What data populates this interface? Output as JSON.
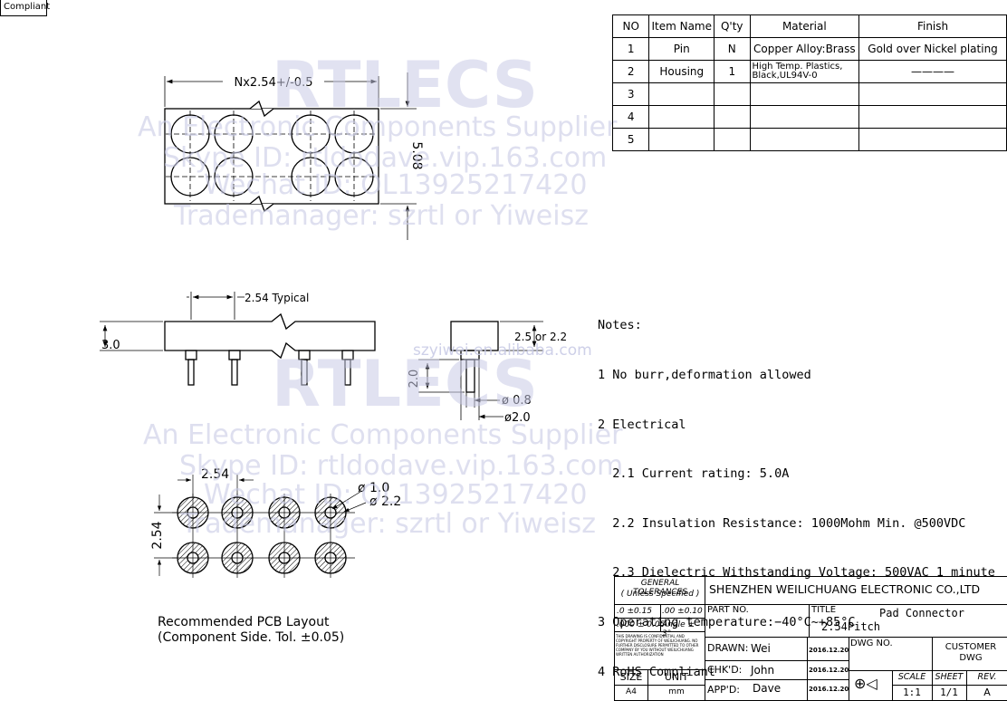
{
  "compliant_label": "Compliant",
  "bom": {
    "headers": [
      "NO",
      "Item Name",
      "Q'ty",
      "Material",
      "Finish"
    ],
    "rows": [
      {
        "no": "1",
        "item": "Pin",
        "qty": "N",
        "material": "Copper Alloy:Brass",
        "finish": "Gold over Nickel plating"
      },
      {
        "no": "2",
        "item": "Housing",
        "qty": "1",
        "material": "High Temp. Plastics, Black,UL94V-0",
        "finish": "————"
      },
      {
        "no": "3",
        "item": "",
        "qty": "",
        "material": "",
        "finish": ""
      },
      {
        "no": "4",
        "item": "",
        "qty": "",
        "material": "",
        "finish": ""
      },
      {
        "no": "5",
        "item": "",
        "qty": "",
        "material": "",
        "finish": ""
      }
    ]
  },
  "dimensions": {
    "pitch_length": "Nx2.54+/-0.5",
    "width": "5.08",
    "typical_pitch": "2.54 Typical",
    "height": "3.0",
    "body_height": "2.5 or 2.2",
    "pin_length": "2.0",
    "pin_dia": "ø 0.8",
    "collar_dia": "ø2.0",
    "pcb_pitch_x": "2.54",
    "pcb_pitch_y": "2.54",
    "hole_dia": "ø 1.0",
    "pad_dia": "ø 2.2"
  },
  "pcb_caption": {
    "line1": "Recommended PCB Layout",
    "line2": "(Component Side. Tol. ±0.05)"
  },
  "notes": {
    "heading": "Notes:",
    "lines": [
      "1 No burr,deformation allowed",
      "2 Electrical",
      "  2.1 Current rating: 5.0A",
      "  2.2 Insulation Resistance: 1000Mohm Min. @500VDC",
      "  2.3 Dielectric Withstanding Voltage: 500VAC 1 minute",
      "3 Operating temperature:−40°C~+85°C",
      "4 RoHS Compliant"
    ]
  },
  "watermarks": {
    "brand": "RTLECS",
    "line1": "An Electronic Components Supplier",
    "line2": "Skype ID: rtldodave.vip.163.com",
    "line3": "Wechat ID: OL13925217420",
    "line4": "Trademanager: szrtl or Yiweisz",
    "site": "szyiwei.en.alibaba.com"
  },
  "title_block": {
    "tol_heading": "GENERAL TOLERANCES",
    "tol_sub": "( Unless Specified )",
    "tol_a": ".0   ±0.15",
    "tol_b": ".00  ±0.10",
    "tol_c": ".000 ± 0.05",
    "tol_d": "Angle ± 3°",
    "confidential": "THIS DRAWING IS CONFIDENTIAL AND COPYRIGHT PROPERTY OF WEILICHUANG. NO FURTHER DISCLOSURE PERMITTED TO OTHER COMPANY BY YOU WITHOUT WEILICHUANG WRITTEN AUTHORIZATION",
    "size_label": "SIZE",
    "unit_label": "UNIT",
    "size_value": "A4",
    "unit_value": "mm",
    "company": "SHENZHEN WEILICHUANG ELECTRONIC CO.,LTD",
    "part_no_label": "PART NO.",
    "title_label": "TITLE",
    "title_value1": "Pad Connector",
    "title_value2": "2.54Pitch",
    "drawn_label": "DRAWN:",
    "drawn_value": "Wei",
    "chkd_label": "CHK'D:",
    "chkd_value": "John",
    "appd_label": "APP'D:",
    "appd_value": "Dave",
    "date1": "2016.12.20",
    "date2": "2016.12.20",
    "date3": "2016.12.20",
    "dwg_no_label": "DWG NO.",
    "customer_dwg": "CUSTOMER DWG",
    "scale_label": "SCALE",
    "sheet_label": "SHEET",
    "rev_label": "REV.",
    "scale_value": "1:1",
    "sheet_value": "1/1",
    "rev_value": "A"
  }
}
